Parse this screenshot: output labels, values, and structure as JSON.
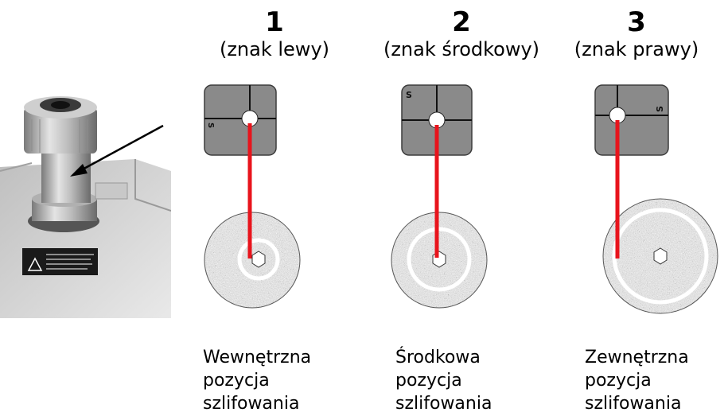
{
  "positions": [
    {
      "number": "1",
      "mark_label": "(znak lewy)",
      "square_letter": "S",
      "caption": [
        "Wewnętrzna",
        "pozycja",
        "szlifowania"
      ]
    },
    {
      "number": "2",
      "mark_label": "(znak środkowy)",
      "square_letter": "S",
      "caption": [
        "Środkowa",
        "pozycja",
        "szlifowania"
      ]
    },
    {
      "number": "3",
      "mark_label": "(znak prawy)",
      "square_letter": "S",
      "caption": [
        "Zewnętrzna",
        "pozycja",
        "szlifowania"
      ]
    }
  ],
  "colors": {
    "laser_line": "#e8141c",
    "square_fill": "#8a8a8a",
    "disc_fill": "#6f6f6f",
    "groove": "#ffffff"
  }
}
